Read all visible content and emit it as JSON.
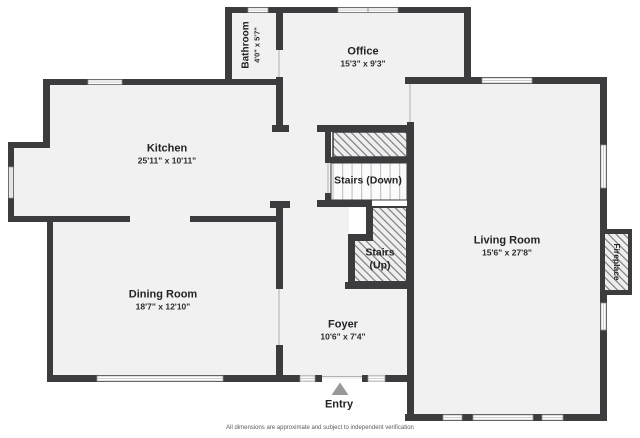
{
  "rooms": {
    "bathroom": {
      "name": "Bathroom",
      "dims": "4'0\" x 5'7\""
    },
    "office": {
      "name": "Office",
      "dims": "15'3\" x 9'3\""
    },
    "kitchen": {
      "name": "Kitchen",
      "dims": "25'11\" x 10'11\""
    },
    "stairs_down": {
      "name": "Stairs (Down)"
    },
    "stairs_up": {
      "name": "Stairs",
      "dims": "(Up)"
    },
    "living_room": {
      "name": "Living Room",
      "dims": "15'6\" x 27'8\""
    },
    "dining_room": {
      "name": "Dining Room",
      "dims": "18'7\" x 12'10\""
    },
    "foyer": {
      "name": "Foyer",
      "dims": "10'6\" x 7'4\""
    }
  },
  "markers": {
    "entry": "Entry",
    "fireplace": "Fireplace"
  },
  "footer": "All dimensions are approximate and subject to independent verification",
  "colors": {
    "wall": "#3c3c3e",
    "room_fill": "#f1f1f2",
    "hatch_line": "#767678",
    "tread_line": "#c6c6c8",
    "window_frame": "#909092",
    "entry_arrow": "#999999",
    "footer_text": "#5a5a5a"
  }
}
